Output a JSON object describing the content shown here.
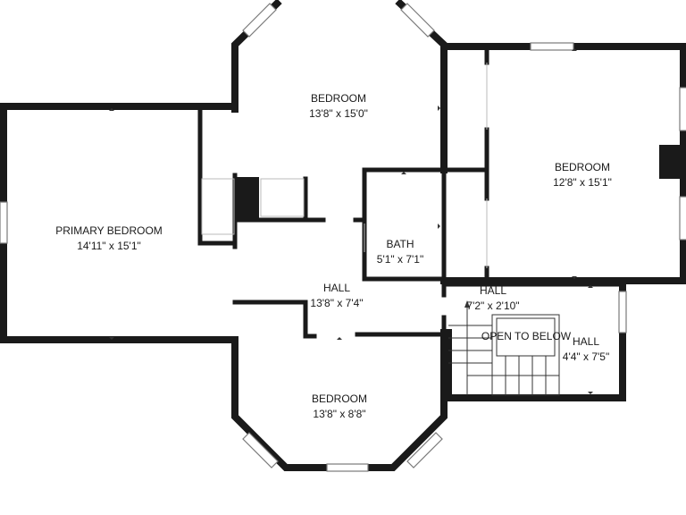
{
  "rooms": {
    "bedroom_top": {
      "name": "BEDROOM",
      "dim": "13'8\" x 15'0\""
    },
    "bedroom_right": {
      "name": "BEDROOM",
      "dim": "12'8\" x 15'1\""
    },
    "primary_bedroom": {
      "name": "PRIMARY BEDROOM",
      "dim": "14'11\" x 15'1\""
    },
    "bath": {
      "name": "BATH",
      "dim": "5'1\" x 7'1\""
    },
    "hall_center": {
      "name": "HALL",
      "dim": "13'8\" x 7'4\""
    },
    "hall_small": {
      "name": "HALL",
      "dim": "7'2\" x 2'10\""
    },
    "hall_right": {
      "name": "HALL",
      "dim": "4'4\" x 7'5\""
    },
    "open_below": {
      "name": "OPEN TO BELOW"
    },
    "bedroom_bottom": {
      "name": "BEDROOM",
      "dim": "13'8\" x 8'8\""
    }
  },
  "colors": {
    "wall": "#1a1a1a",
    "window": "#7a7a7a",
    "background": "#ffffff"
  }
}
